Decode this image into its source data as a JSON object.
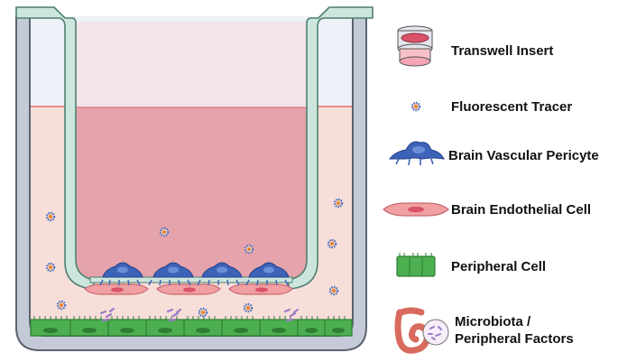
{
  "legend": {
    "transwell_insert": "Transwell Insert",
    "fluorescent_tracer": "Fluorescent Tracer",
    "brain_vascular_pericyte": "Brain Vascular Pericyte",
    "brain_endothelial_cell": "Brain Endothelial Cell",
    "peripheral_cell": "Peripheral Cell",
    "microbiota_line1": "Microbiota /",
    "microbiota_line2": "Peripheral Factors"
  },
  "colors": {
    "outer_well_wall": "#c5cad9",
    "outer_well_stroke": "#5d6270",
    "lower_medium": "#f7ded9",
    "insert_medium": "#e5a3ab",
    "insert_wall": "#cde6dd",
    "insert_stroke": "#4f7f72",
    "pericyte": "#3c63b8",
    "endothelial": "#f0a0a2",
    "peripheral_cell": "#4caf50",
    "tracer": "#3d6fd1",
    "microbiota": "#9a7cc6"
  },
  "icons": [
    "transwell-insert-icon",
    "fluorescent-tracer-icon",
    "brain-vascular-pericyte-icon",
    "brain-endothelial-cell-icon",
    "peripheral-cell-icon",
    "microbiota-intestine-icon"
  ]
}
